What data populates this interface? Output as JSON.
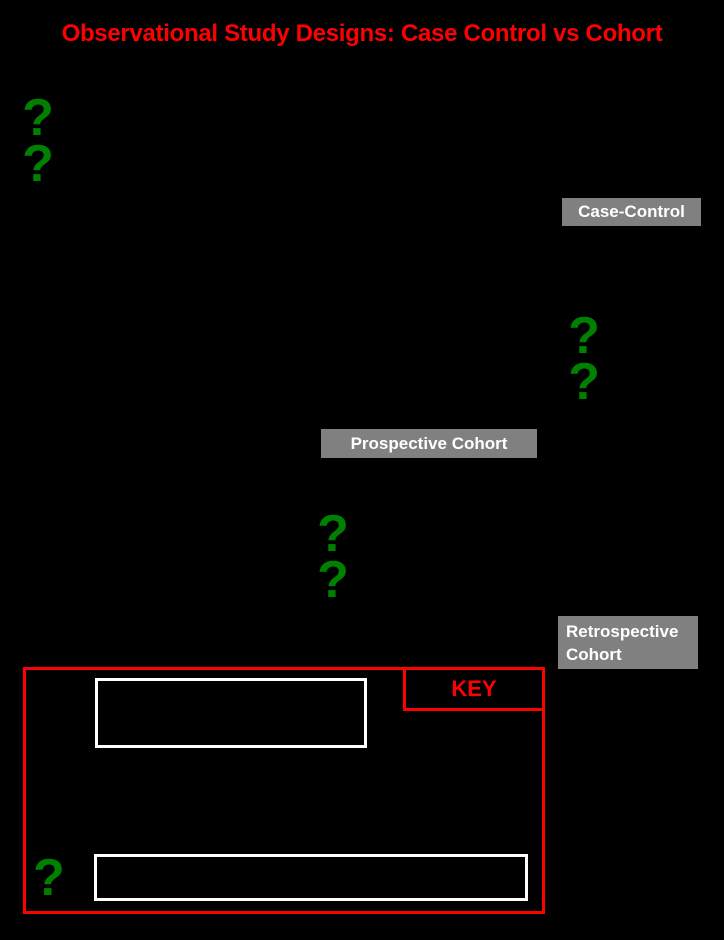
{
  "title": "Observational Study Designs: Case Control vs Cohort",
  "colors": {
    "background": "#000000",
    "title": "#ff0000",
    "label_box_fill": "#808080",
    "label_text": "#ffffff",
    "question_mark": "#008000",
    "key_border": "#ff0000",
    "key_inner_border": "#ffffff"
  },
  "icons": {
    "question_mark": "?"
  },
  "study_designs": [
    {
      "id": "case-control",
      "label": "Case-Control"
    },
    {
      "id": "prospective-cohort",
      "label": "Prospective Cohort"
    },
    {
      "id": "retrospective-cohort",
      "label_line1": "Retrospective",
      "label_line2": "Cohort"
    }
  ],
  "key": {
    "label": "KEY"
  }
}
